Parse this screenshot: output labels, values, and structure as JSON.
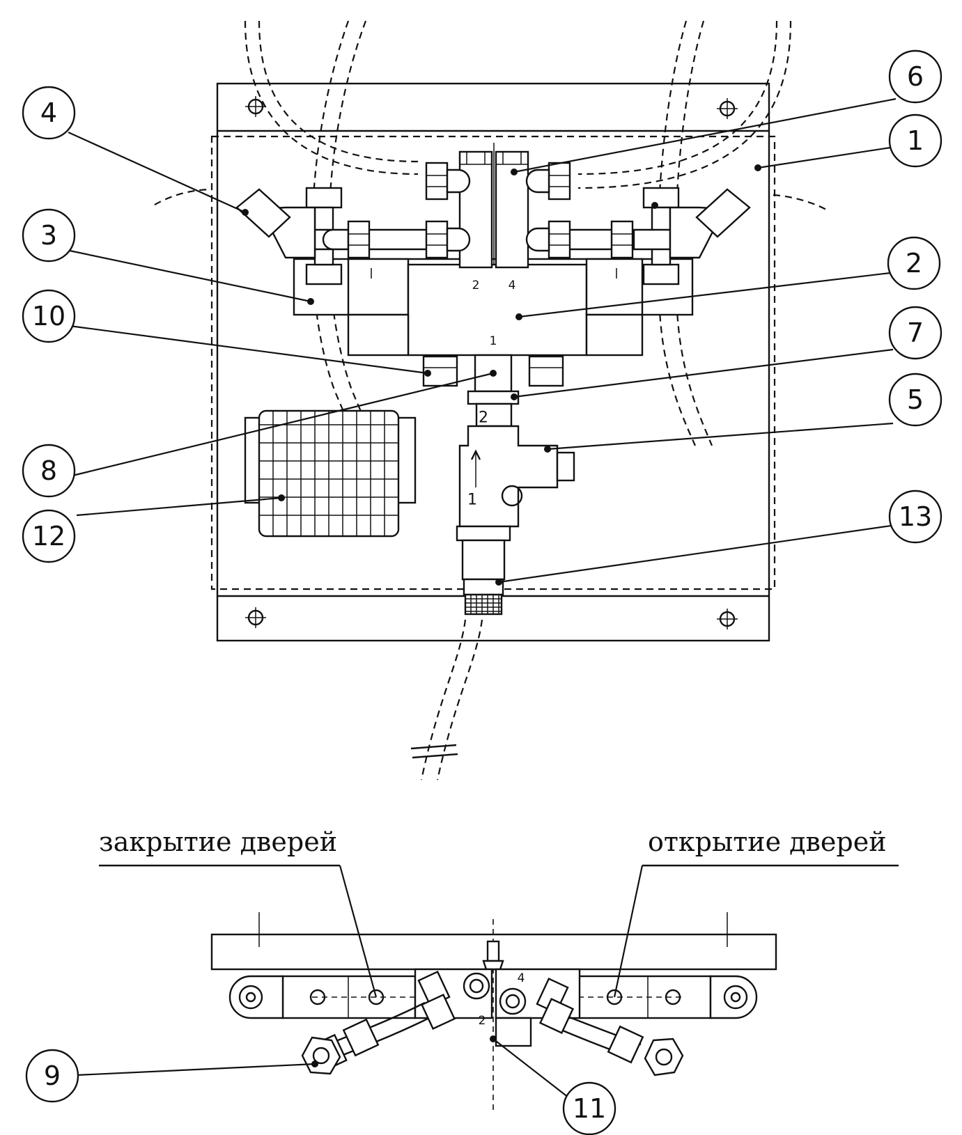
{
  "callouts": [
    {
      "id": "1",
      "label": "1"
    },
    {
      "id": "2",
      "label": "2"
    },
    {
      "id": "3",
      "label": "3"
    },
    {
      "id": "4",
      "label": "4"
    },
    {
      "id": "5",
      "label": "5"
    },
    {
      "id": "6",
      "label": "6"
    },
    {
      "id": "7",
      "label": "7"
    },
    {
      "id": "8",
      "label": "8"
    },
    {
      "id": "9",
      "label": "9"
    },
    {
      "id": "10",
      "label": "10"
    },
    {
      "id": "11",
      "label": "11"
    },
    {
      "id": "12",
      "label": "12"
    },
    {
      "id": "13",
      "label": "13"
    }
  ],
  "ports": {
    "valve_out_left": "2",
    "valve_out_right": "4",
    "valve_in": "1",
    "tee_top": "2",
    "tee_bottom": "1",
    "bottom_port_4": "4",
    "bottom_port_2": "2"
  },
  "captions": {
    "closing": "закрытие дверей",
    "opening": "открытие дверей"
  }
}
